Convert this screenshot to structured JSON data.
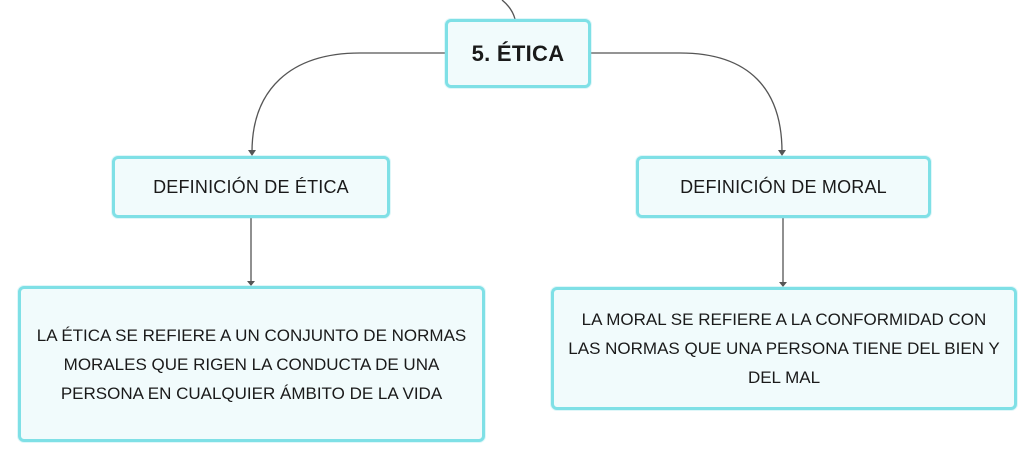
{
  "root": {
    "label": "5. ÉTICA"
  },
  "branches": [
    {
      "label": "DEFINICIÓN DE ÉTICA",
      "detail": "LA ÉTICA SE REFIERE A UN CONJUNTO DE NORMAS MORALES QUE RIGEN LA CONDUCTA DE UNA PERSONA EN CUALQUIER ÁMBITO DE LA VIDA"
    },
    {
      "label": "DEFINICIÓN DE MORAL",
      "detail": "LA MORAL SE REFIERE A LA CONFORMIDAD CON LAS NORMAS QUE UNA PERSONA TIENE DEL BIEN Y DEL MAL"
    }
  ],
  "colors": {
    "node_border": "#7fe0e6",
    "node_fill": "#f1fbfc",
    "connector": "#555555"
  }
}
